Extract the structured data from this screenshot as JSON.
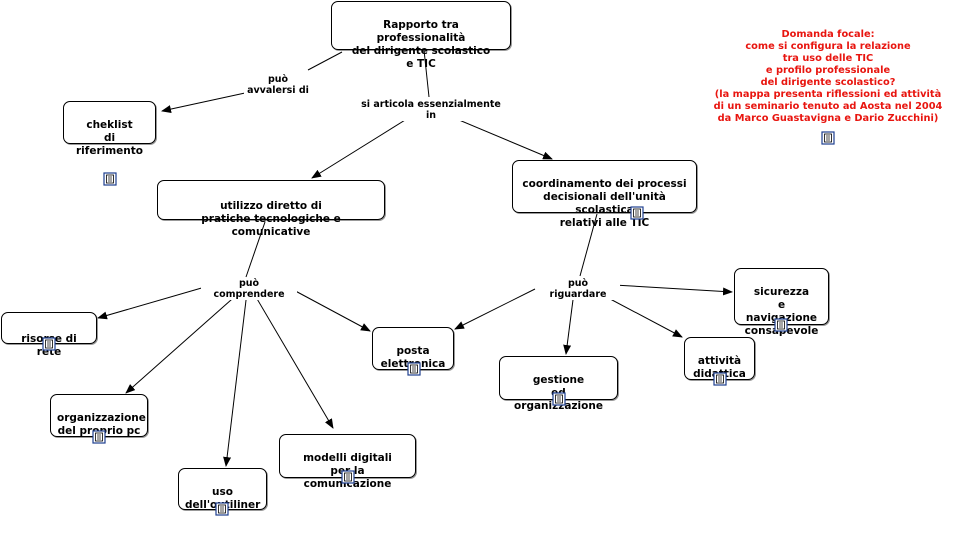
{
  "nodes": {
    "root": "Rapporto tra professionalità\ndel dirigente scolastico\ne TIC",
    "checklist": "cheklist\ndi riferimento",
    "utilizzo": "utilizzo diretto di\npratiche tecnologiche e comunicative",
    "coordinamento": "coordinamento dei processi\ndecisionali dell'unità scolastica\nrelativi alle TIC",
    "risorse": "risorse di rete",
    "organizzazione_pc": "organizzazione\ndel proprio pc",
    "outliner": "uso\ndell'outiliner",
    "modelli": "modelli digitali\nper la comunicazione",
    "posta": "posta\nelettronica",
    "gestione": "gestione\ned organizzazione",
    "attivita": "attività\ndidattica",
    "sicurezza": "sicurezza\ne navigazione\nconsapevole"
  },
  "links": {
    "puo_avvalersi": "può\navvalersi di",
    "si_articola": "si articola essenzialmente in",
    "puo_comprendere": "può comprendere",
    "puo_riguardare": "può riguardare"
  },
  "focal_question": "Domanda focale:\ncome si configura la relazione\ntra uso delle TIC\ne profilo professionale\ndel dirigente scolastico?\n(la mappa presenta riflessioni ed attività\ndi un seminario tenuto ad Aosta nel 2004\nda Marco Guastavigna  e Dario Zucchini)",
  "colors": {
    "focal_text": "#e8150f",
    "node_border": "#000000",
    "line": "#000000",
    "icon": "document-icon"
  }
}
